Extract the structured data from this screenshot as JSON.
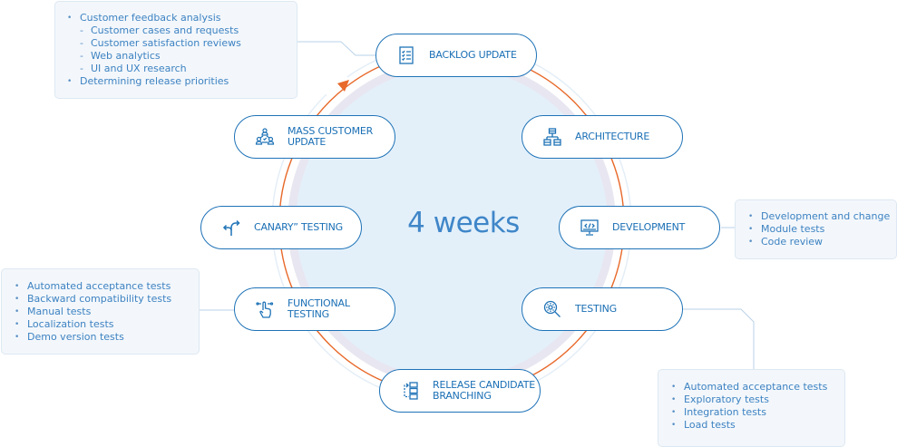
{
  "colors": {
    "accent": "#1f73b7",
    "text": "#1a6fb5",
    "arrow": "#e8692a",
    "inner_fill": "#e3f0fa",
    "ring": "#e6e4ef",
    "note_bg": "#f3f7fb"
  },
  "center": {
    "label": "4 weeks"
  },
  "stages": [
    {
      "id": "backlog",
      "label": "BACKLOG UPDATE",
      "icon": "checklist-icon"
    },
    {
      "id": "architecture",
      "label": "ARCHITECTURE",
      "icon": "hierarchy-icon"
    },
    {
      "id": "development",
      "label": "DEVELOPMENT",
      "icon": "monitor-code-icon"
    },
    {
      "id": "testing",
      "label": "TESTING",
      "icon": "gear-magnifier-icon"
    },
    {
      "id": "release",
      "label_line1": "RELEASE CANDIDATE",
      "label_line2": "BRANCHING",
      "icon": "branching-icon"
    },
    {
      "id": "functional",
      "label_line1": "FUNCTIONAL",
      "label_line2": "TESTING",
      "icon": "hand-pointer-icon"
    },
    {
      "id": "canary",
      "label": "CANARY” TESTING",
      "icon": "split-arrow-icon"
    },
    {
      "id": "mass",
      "label_line1": "MASS CUSTOMER",
      "label_line2": "UPDATE",
      "icon": "user-network-icon"
    }
  ],
  "notes": {
    "backlog": {
      "item1": "Customer feedback analysis",
      "sub1": "Customer cases and requests",
      "sub2": "Customer satisfaction reviews",
      "sub3": "Web analytics",
      "sub4": "UI and UX research",
      "item2": "Determining release priorities"
    },
    "development": [
      "Development and change",
      "Module tests",
      "Code review"
    ],
    "functional": [
      "Automated acceptance tests",
      "Backward compatibility tests",
      "Manual tests",
      "Localization tests",
      "Demo version tests"
    ],
    "testing": [
      "Automated acceptance tests",
      "Exploratory tests",
      "Integration tests",
      "Load tests"
    ]
  }
}
